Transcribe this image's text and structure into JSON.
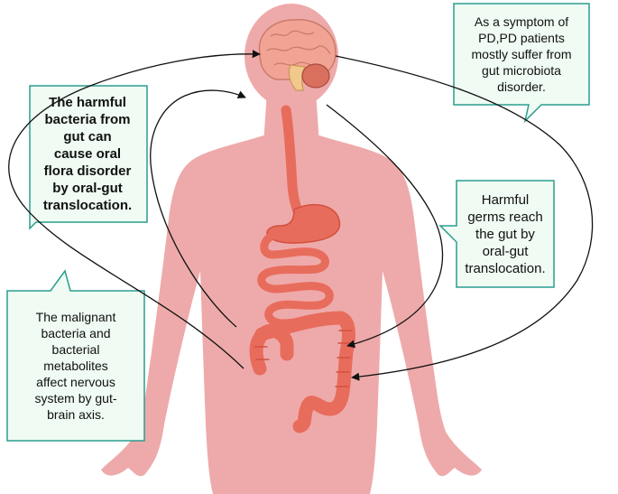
{
  "callouts": {
    "oral_flora": "The harmful\nbacteria from\ngut can\ncause oral\nflora disorder\nby oral-gut\ntranslocation.",
    "symptom": "As a symptom of\nPD,PD patients\nmostly suffer from\ngut microbiota\ndisorder.",
    "germs": "Harmful\ngerms reach\nthe gut by\noral-gut\ntranslocation.",
    "gut_brain": "The malignant\nbacteria and\nbacterial\nmetabolites\naffect nervous\nsystem by gut-\nbrain axis."
  },
  "colors": {
    "body_skin": "#eeaaaa",
    "organ": "#e86c5c",
    "organ_dark": "#d2503f",
    "brain": "#f0a090",
    "callout_fill": "#effbf3",
    "callout_border": "#2a9d8f",
    "arrow": "#111111"
  }
}
